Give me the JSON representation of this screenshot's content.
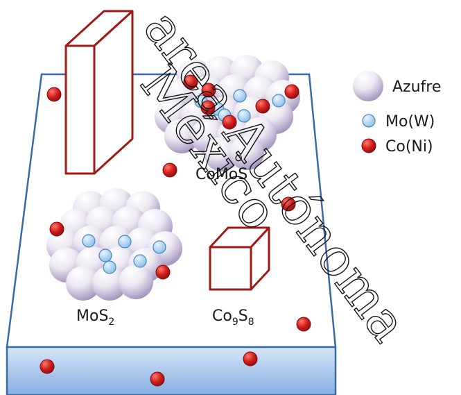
{
  "labels": {
    "comos": "CoMoS",
    "mos2_base": "MoS",
    "mos2_sub": "2",
    "co9s8_a": "Co",
    "co9s8_a_sub": "9",
    "co9s8_b": "S",
    "co9s8_b_sub": "8"
  },
  "legend": {
    "azufre": "Azufre",
    "mo": "Mo(W)",
    "co": "Co(Ni)"
  },
  "watermark": {
    "line1": "area Autónoma",
    "line2": "México"
  },
  "colors": {
    "sulfur_light": "#f1eef6",
    "sulfur_dark": "#9c8ab8",
    "mo_fill": "#a9d4f3",
    "mo_stroke": "#4a86b8",
    "co_fill": "#d21f1f",
    "co_stroke": "#7a0a0a",
    "box_stroke": "#a01818",
    "support_edge": "#3a6aa6",
    "support_front_top": "#c6dcf6",
    "support_front_bottom": "#7ea9e0"
  }
}
